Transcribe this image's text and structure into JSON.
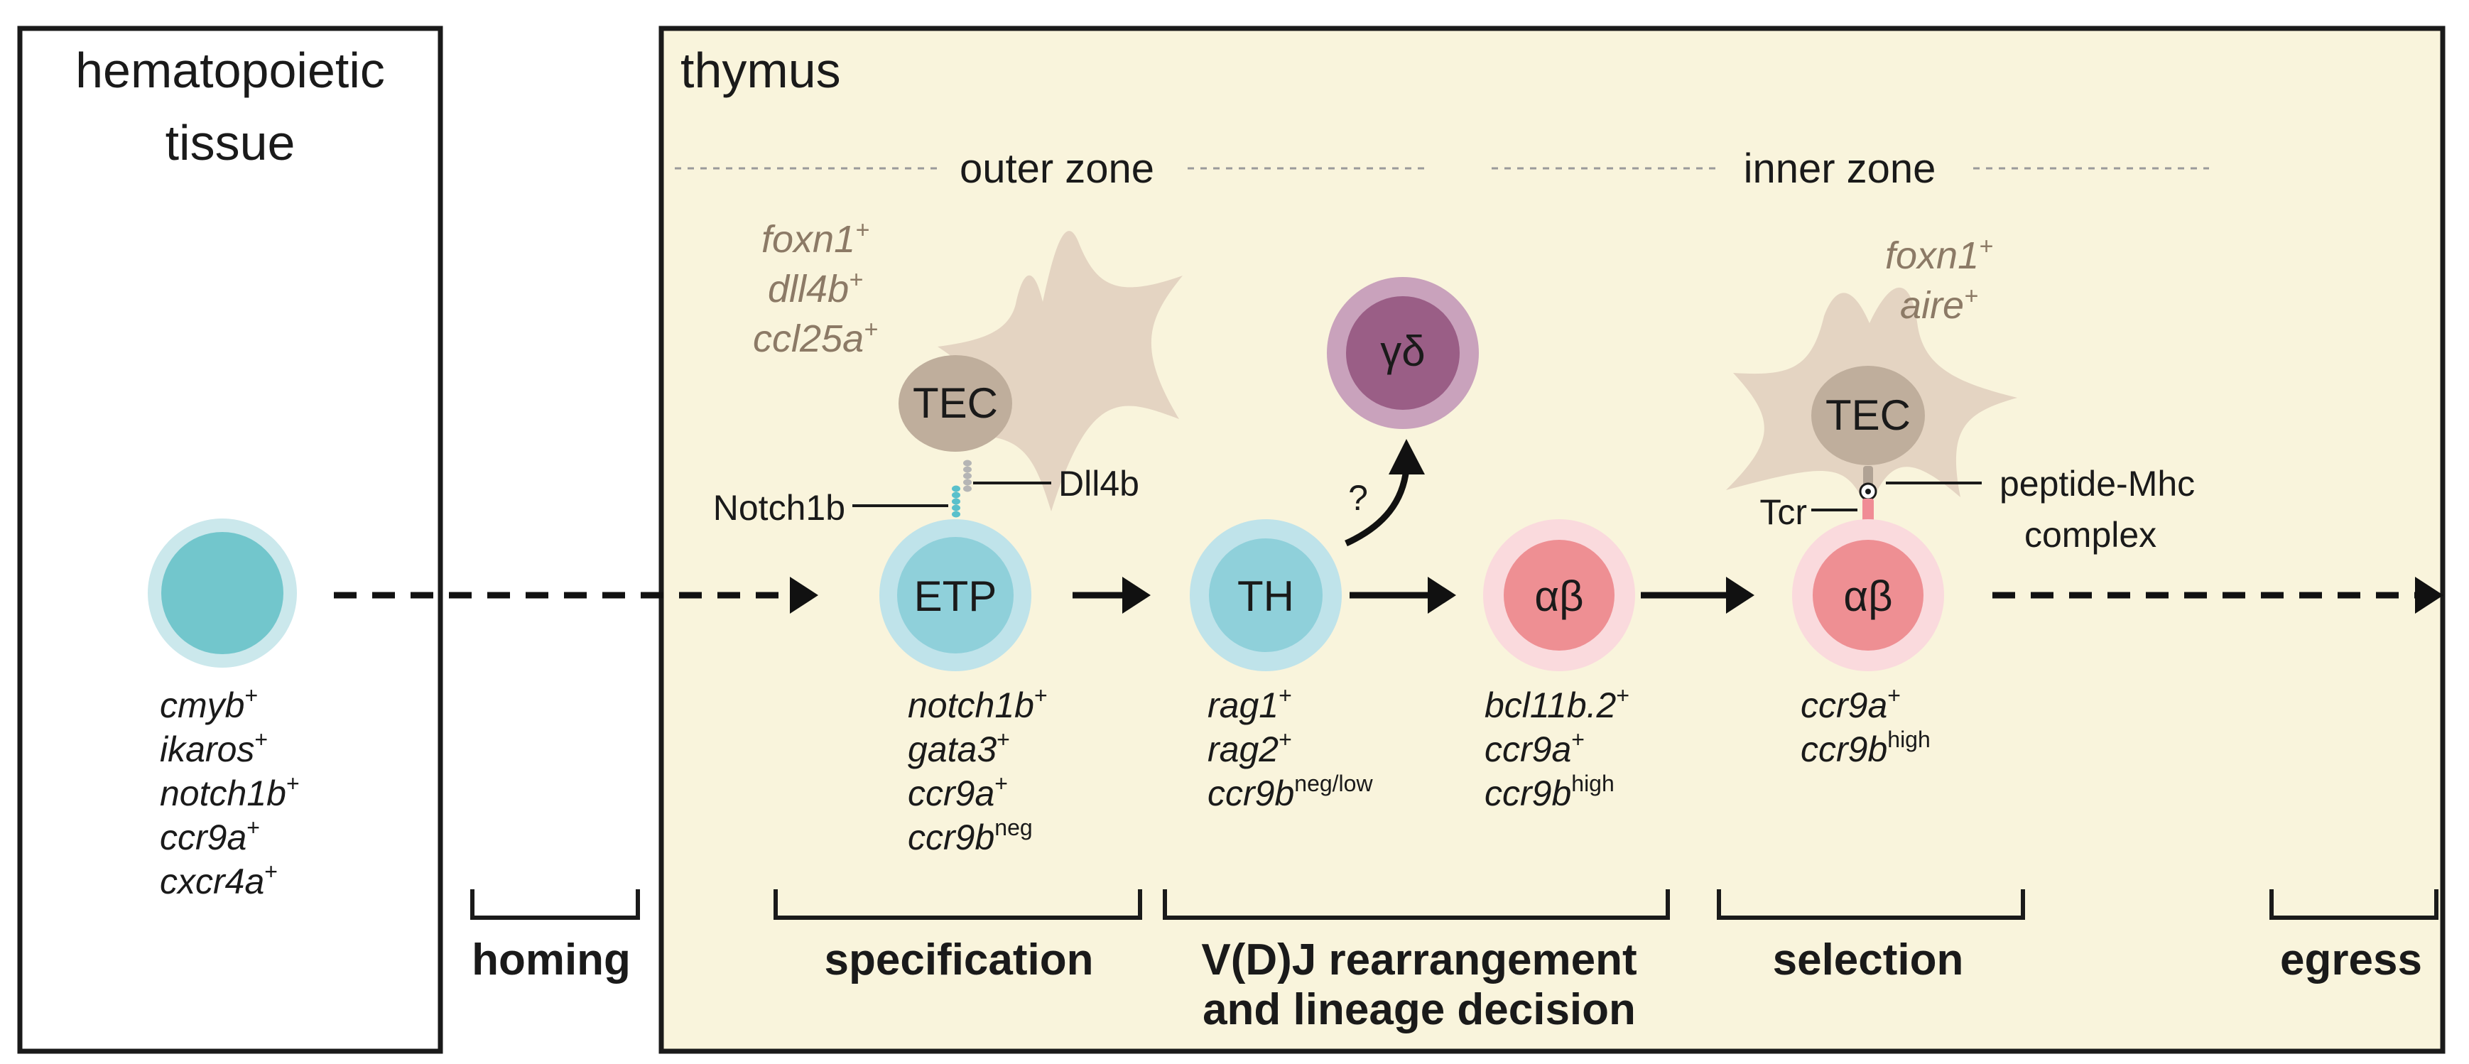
{
  "regions": {
    "hematopoietic_line1": "hematopoietic",
    "hematopoietic_line2": "tissue",
    "thymus": "thymus"
  },
  "zones": {
    "outer": "outer zone",
    "inner": "inner zone"
  },
  "tec_outer": {
    "label": "TEC",
    "markers": [
      {
        "gene": "foxn1",
        "sup": "+"
      },
      {
        "gene": "dll4b",
        "sup": "+"
      },
      {
        "gene": "ccl25a",
        "sup": "+"
      }
    ],
    "receptor_label": "Dll4b",
    "ligand_label": "Notch1b"
  },
  "tec_inner": {
    "label": "TEC",
    "markers": [
      {
        "gene": "foxn1",
        "sup": "+"
      },
      {
        "gene": "aire",
        "sup": "+"
      }
    ],
    "tcr_label": "Tcr",
    "pmhc_line1": "peptide-Mhc",
    "pmhc_line2": "complex"
  },
  "cells": {
    "progenitor": {
      "label": ""
    },
    "etp": {
      "label": "ETP"
    },
    "th": {
      "label": "TH"
    },
    "gd": {
      "label": "γδ"
    },
    "ab1": {
      "label": "αβ"
    },
    "ab2": {
      "label": "αβ"
    },
    "question": "?"
  },
  "marker_sets": {
    "progenitor": [
      {
        "gene": "cmyb",
        "sup": "+"
      },
      {
        "gene": "ikaros",
        "sup": "+"
      },
      {
        "gene": "notch1b",
        "sup": "+"
      },
      {
        "gene": "ccr9a",
        "sup": "+"
      },
      {
        "gene": "cxcr4a",
        "sup": "+"
      }
    ],
    "etp": [
      {
        "gene": "notch1b",
        "sup": "+"
      },
      {
        "gene": "gata3",
        "sup": "+"
      },
      {
        "gene": "ccr9a",
        "sup": "+"
      },
      {
        "gene": "ccr9b",
        "sup": "neg"
      }
    ],
    "th": [
      {
        "gene": "rag1",
        "sup": "+"
      },
      {
        "gene": "rag2",
        "sup": "+"
      },
      {
        "gene": "ccr9b",
        "sup": "neg/low"
      }
    ],
    "ab1": [
      {
        "gene": "bcl11b.2",
        "sup": "+"
      },
      {
        "gene": "ccr9a",
        "sup": "+"
      },
      {
        "gene": "ccr9b",
        "sup": "high"
      }
    ],
    "ab2": [
      {
        "gene": "ccr9a",
        "sup": "+"
      },
      {
        "gene": "ccr9b",
        "sup": "high"
      }
    ]
  },
  "stages": {
    "homing": "homing",
    "specification": "specification",
    "vdj_line1": "V(D)J rearrangement",
    "vdj_line2": "and lineage decision",
    "selection": "selection",
    "egress": "egress"
  },
  "colors": {
    "thymus_fill": "#f9f4dc",
    "tec_fill": "#e4d4c2",
    "tec_nucleus": "#bfae9c",
    "teal_outer": "#cbe8ec",
    "teal_inner": "#72c6cc",
    "etp_outer": "#bfe3ea",
    "etp_inner": "#8fd0da",
    "pink_outer": "#fadadd",
    "pink_inner": "#ee8f93",
    "purple_outer": "#c9a2bc",
    "purple_inner": "#9a5e86",
    "notch_color": "#59c0cb",
    "dll_color": "#b5b5b5",
    "tcr_color": "#f08c95"
  }
}
